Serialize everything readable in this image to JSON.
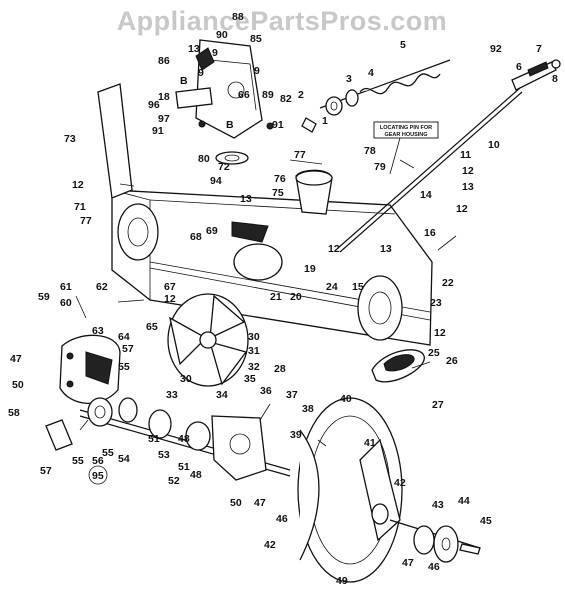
{
  "watermark": "AppliancePartsPros.com",
  "note_box": {
    "line1": "LOCATING PIN FOR",
    "line2": "GEAR HOUSING"
  },
  "callouts": [
    {
      "id": "c88",
      "text": "88"
    },
    {
      "id": "c90",
      "text": "90"
    },
    {
      "id": "c85",
      "text": "85"
    },
    {
      "id": "c9a",
      "text": "9"
    },
    {
      "id": "c13a",
      "text": "13"
    },
    {
      "id": "c9b",
      "text": "9"
    },
    {
      "id": "c9c",
      "text": "9"
    },
    {
      "id": "c86",
      "text": "86"
    },
    {
      "id": "cBa",
      "text": "B"
    },
    {
      "id": "c18",
      "text": "18"
    },
    {
      "id": "c66",
      "text": "66"
    },
    {
      "id": "c89",
      "text": "89"
    },
    {
      "id": "c96",
      "text": "96"
    },
    {
      "id": "c97",
      "text": "97"
    },
    {
      "id": "c82",
      "text": "82"
    },
    {
      "id": "c91a",
      "text": "91"
    },
    {
      "id": "cBb",
      "text": "B"
    },
    {
      "id": "c91b",
      "text": "91"
    },
    {
      "id": "c5",
      "text": "5"
    },
    {
      "id": "c92",
      "text": "92"
    },
    {
      "id": "c7",
      "text": "7"
    },
    {
      "id": "c6",
      "text": "6"
    },
    {
      "id": "c8",
      "text": "8"
    },
    {
      "id": "c4",
      "text": "4"
    },
    {
      "id": "c3",
      "text": "3"
    },
    {
      "id": "c2",
      "text": "2"
    },
    {
      "id": "c1",
      "text": "1"
    },
    {
      "id": "c73",
      "text": "73"
    },
    {
      "id": "c11",
      "text": "11"
    },
    {
      "id": "c10",
      "text": "10"
    },
    {
      "id": "c12a",
      "text": "12"
    },
    {
      "id": "c13b",
      "text": "13"
    },
    {
      "id": "c12b",
      "text": "12"
    },
    {
      "id": "c80",
      "text": "80"
    },
    {
      "id": "c72",
      "text": "72"
    },
    {
      "id": "c94",
      "text": "94"
    },
    {
      "id": "c77a",
      "text": "77"
    },
    {
      "id": "c78",
      "text": "78"
    },
    {
      "id": "c79",
      "text": "79"
    },
    {
      "id": "c14",
      "text": "14"
    },
    {
      "id": "c12c",
      "text": "12"
    },
    {
      "id": "c71",
      "text": "71"
    },
    {
      "id": "c77b",
      "text": "77"
    },
    {
      "id": "c76",
      "text": "76"
    },
    {
      "id": "c75",
      "text": "75"
    },
    {
      "id": "c13c",
      "text": "13"
    },
    {
      "id": "c13d",
      "text": "13"
    },
    {
      "id": "c16",
      "text": "16"
    },
    {
      "id": "c68",
      "text": "68"
    },
    {
      "id": "c69",
      "text": "69"
    },
    {
      "id": "c12d",
      "text": "12"
    },
    {
      "id": "c19",
      "text": "19"
    },
    {
      "id": "c24",
      "text": "24"
    },
    {
      "id": "c15",
      "text": "15"
    },
    {
      "id": "c22",
      "text": "22"
    },
    {
      "id": "c61",
      "text": "61"
    },
    {
      "id": "c62",
      "text": "62"
    },
    {
      "id": "c67",
      "text": "67"
    },
    {
      "id": "c21",
      "text": "21"
    },
    {
      "id": "c20",
      "text": "20"
    },
    {
      "id": "c23",
      "text": "23"
    },
    {
      "id": "c59",
      "text": "59"
    },
    {
      "id": "c60",
      "text": "60"
    },
    {
      "id": "c12e",
      "text": "12"
    },
    {
      "id": "c12f",
      "text": "12"
    },
    {
      "id": "c63",
      "text": "63"
    },
    {
      "id": "c64",
      "text": "64"
    },
    {
      "id": "c65",
      "text": "65"
    },
    {
      "id": "c30a",
      "text": "30"
    },
    {
      "id": "c57a",
      "text": "57"
    },
    {
      "id": "c31",
      "text": "31"
    },
    {
      "id": "c28",
      "text": "28"
    },
    {
      "id": "c25",
      "text": "25"
    },
    {
      "id": "c26",
      "text": "26"
    },
    {
      "id": "c47a",
      "text": "47"
    },
    {
      "id": "c50a",
      "text": "50"
    },
    {
      "id": "c55a",
      "text": "55"
    },
    {
      "id": "c30b",
      "text": "30"
    },
    {
      "id": "c32",
      "text": "32"
    },
    {
      "id": "c35",
      "text": "35"
    },
    {
      "id": "c36",
      "text": "36"
    },
    {
      "id": "c37",
      "text": "37"
    },
    {
      "id": "c27",
      "text": "27"
    },
    {
      "id": "c58",
      "text": "58"
    },
    {
      "id": "c33",
      "text": "33"
    },
    {
      "id": "c34",
      "text": "34"
    },
    {
      "id": "c38",
      "text": "38"
    },
    {
      "id": "c40",
      "text": "40"
    },
    {
      "id": "c51a",
      "text": "51"
    },
    {
      "id": "c48a",
      "text": "48"
    },
    {
      "id": "c41",
      "text": "41"
    },
    {
      "id": "c39",
      "text": "39"
    },
    {
      "id": "c57b",
      "text": "57"
    },
    {
      "id": "c55b",
      "text": "55"
    },
    {
      "id": "c56",
      "text": "56"
    },
    {
      "id": "c55c",
      "text": "55"
    },
    {
      "id": "c54",
      "text": "54"
    },
    {
      "id": "c53",
      "text": "53"
    },
    {
      "id": "c51b",
      "text": "51"
    },
    {
      "id": "c52",
      "text": "52"
    },
    {
      "id": "c48b",
      "text": "48"
    },
    {
      "id": "c95",
      "text": "95"
    },
    {
      "id": "c50b",
      "text": "50"
    },
    {
      "id": "c47b",
      "text": "47"
    },
    {
      "id": "c42a",
      "text": "42"
    },
    {
      "id": "c46a",
      "text": "46"
    },
    {
      "id": "c43",
      "text": "43"
    },
    {
      "id": "c44",
      "text": "44"
    },
    {
      "id": "c45",
      "text": "45"
    },
    {
      "id": "c42b",
      "text": "42"
    },
    {
      "id": "c47c",
      "text": "47"
    },
    {
      "id": "c46b",
      "text": "46"
    },
    {
      "id": "c49",
      "text": "49"
    }
  ]
}
